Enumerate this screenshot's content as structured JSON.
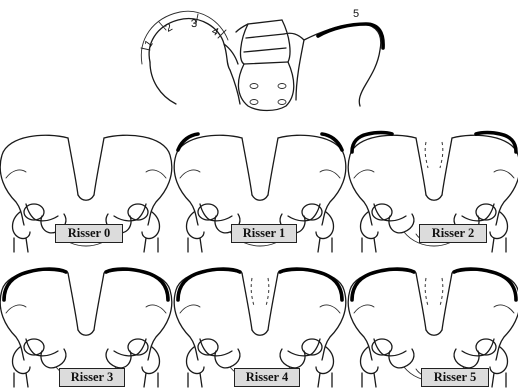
{
  "top_diagram": {
    "zone_labels": [
      "1",
      "2",
      "3",
      "4",
      "5"
    ]
  },
  "panels": [
    {
      "label": "Risser 0"
    },
    {
      "label": "Risser 1"
    },
    {
      "label": "Risser 2"
    },
    {
      "label": "Risser 3"
    },
    {
      "label": "Risser 4"
    },
    {
      "label": "Risser 5"
    }
  ],
  "colors": {
    "background": "#ffffff",
    "label_fill": "#dcdcdc",
    "line": "#1a1a1a"
  }
}
